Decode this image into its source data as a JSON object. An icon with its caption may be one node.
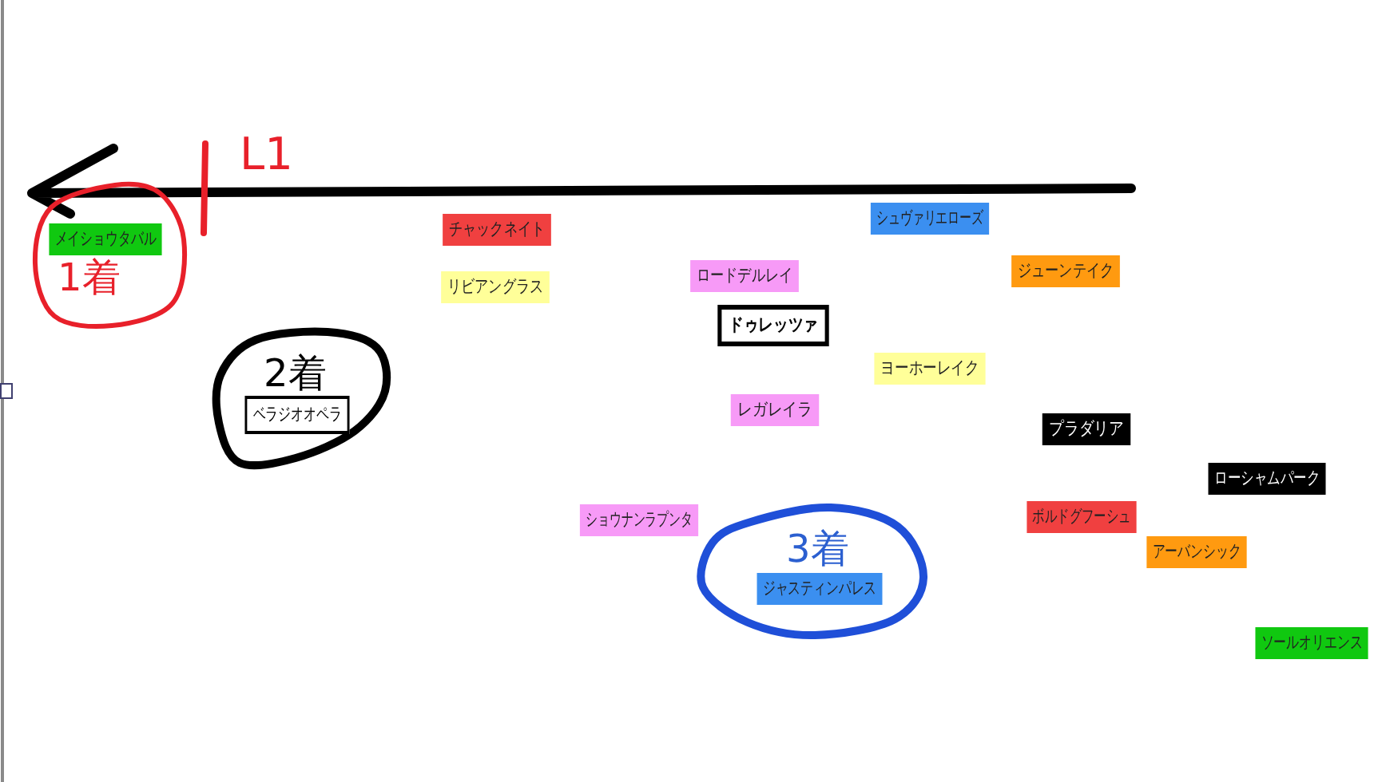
{
  "diagram": {
    "nodes": [
      {
        "text": [
          "1着"
        ]
      },
      {
        "text": [
          "メイショウタバル"
        ],
        "in": 0
      },
      {
        "text": [
          "チャックネイト"
        ]
      },
      {
        "text": [
          "シュヴァリエローズ"
        ]
      },
      {
        "text": [
          "リビアングラス"
        ]
      },
      {
        "text": [
          "ロードデルレイ"
        ]
      },
      {
        "text": [
          "ジューンテイク"
        ]
      },
      {
        "text": [
          "ドゥレッツァ"
        ]
      },
      {
        "text": [
          "2着"
        ]
      },
      {
        "text": [
          "ベラジオオペラ"
        ],
        "in": 8
      },
      {
        "text": [
          "ヨーホーレイク"
        ]
      },
      {
        "text": [
          "レガレイラ"
        ]
      },
      {
        "text": [
          "プラダリア"
        ]
      },
      {
        "text": [
          "ローシャムパーク"
        ]
      },
      {
        "text": [
          "ショウナンラプンタ"
        ]
      },
      {
        "text": [
          "ボルドグフーシュ"
        ]
      },
      {
        "text": [
          "3着"
        ]
      },
      {
        "text": [
          "ジャスティンパレス"
        ],
        "in": 16
      },
      {
        "text": [
          "アーバンシック"
        ]
      },
      {
        "text": [
          "ソールオリエンス"
        ]
      }
    ],
    "labels": [
      "L1"
    ]
  }
}
